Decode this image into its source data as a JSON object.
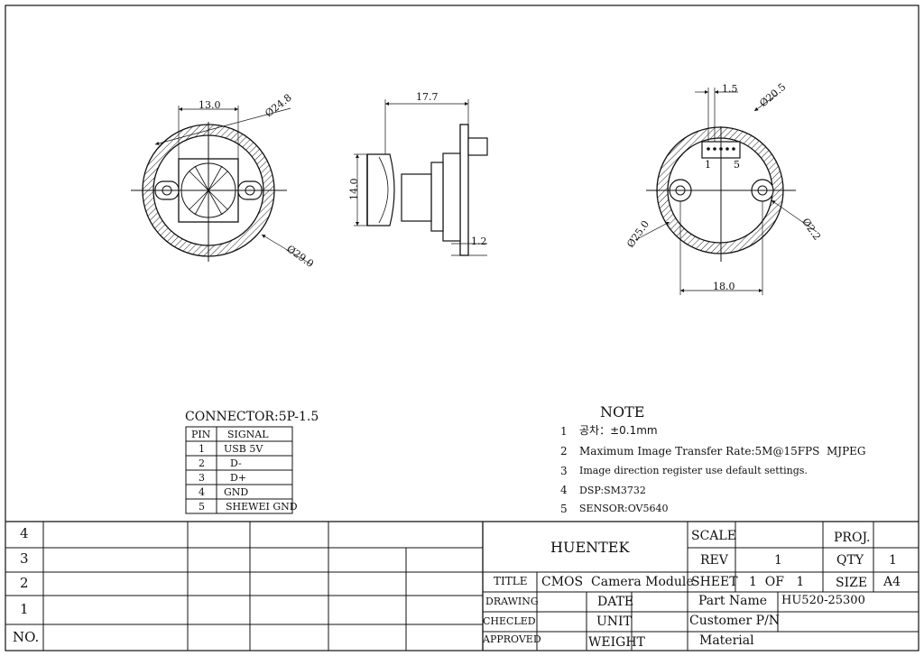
{
  "front_view": {
    "dim_top": "13.0",
    "dim_inner_dia": "Ø24.8",
    "dim_outer_dia": "Ø29.0"
  },
  "side_view": {
    "dim_length": "17.7",
    "dim_height": "14.0",
    "dim_board": "1.2"
  },
  "back_view": {
    "dim_pitch": "1.5",
    "dim_inner_dia": "Ø20.5",
    "pin_first": "1",
    "pin_last": "5",
    "dim_outer_dia": "Ø25.0",
    "dim_hole_dia": "Ø2.2",
    "dim_hole_spacing": "18.0"
  },
  "connector": {
    "title": "CONNECTOR:5P-1.5",
    "headers": [
      "PIN",
      "SIGNAL"
    ],
    "rows": [
      [
        "1",
        "USB 5V"
      ],
      [
        "2",
        "D-"
      ],
      [
        "3",
        "D+"
      ],
      [
        "4",
        "GND"
      ],
      [
        "5",
        "SHEWEI GND"
      ]
    ]
  },
  "notes": {
    "title": "NOTE",
    "items": [
      {
        "num": "1",
        "text": "공차：±0.1mm"
      },
      {
        "num": "2",
        "text": "Maximum Image Transfer Rate:5M@15FPS  MJPEG"
      },
      {
        "num": "3",
        "text": "Image direction register use default settings."
      },
      {
        "num": "4",
        "text": "DSP:SM3732"
      },
      {
        "num": "5",
        "text": "SENSOR:OV5640"
      }
    ]
  },
  "title_block": {
    "rev_rows": [
      "4",
      "3",
      "2",
      "1",
      "NO."
    ],
    "company": "HUENTEK",
    "scale_label": "SCALE",
    "proj_label": "PROJ.",
    "rev_label": "REV",
    "rev_value": "1",
    "qty_label": "QTY",
    "qty_value": "1",
    "title_label": "TITLE",
    "title_value": "CMOS  Camera Module",
    "sheet_label": "SHEET",
    "sheet_value": "1  OF   1",
    "size_label": "SIZE",
    "size_value": "A4",
    "drawing_label": "DRAWING",
    "date_label": "DATE",
    "part_name_label": "Part Name",
    "part_name_value": "HU520-25300",
    "checked_label": "CHECLED",
    "unit_label": "UNIT",
    "customer_pn_label": "Customer P/N",
    "approved_label": "APPROVED",
    "weight_label": "WEIGHT",
    "material_label": "Material"
  }
}
